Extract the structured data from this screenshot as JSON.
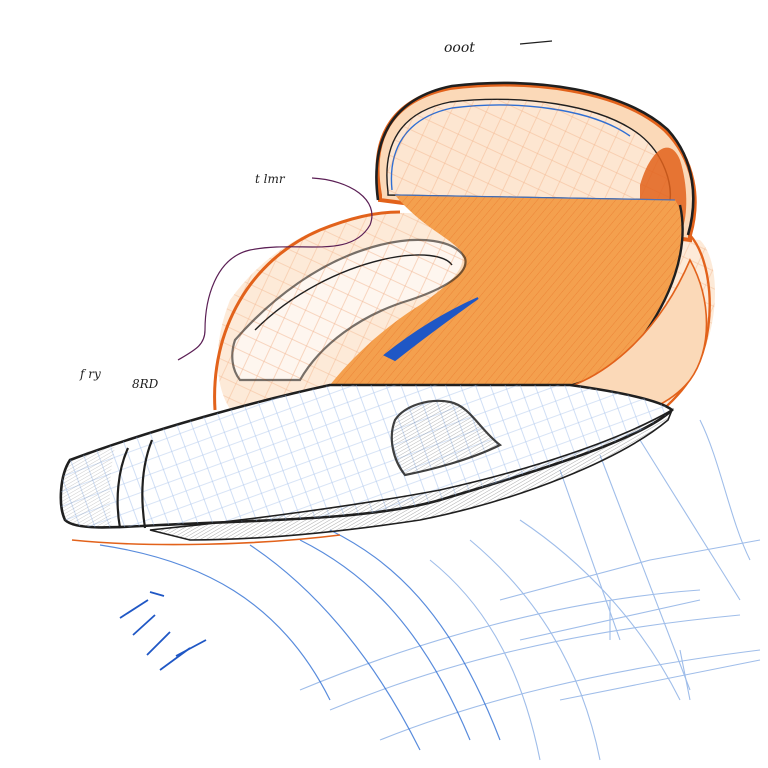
{
  "canvas": {
    "background": "#ffffff"
  },
  "colors": {
    "orange_fill": "#f4a04e",
    "orange_light": "#fbd9b8",
    "orange_stroke": "#e2621b",
    "ink": "#1f1f1f",
    "blue_line": "#2f6fd4",
    "blue_light": "#8fb2e6",
    "blue_accent": "#1f57c5",
    "signature_line": "#5b1f55"
  },
  "annotations": {
    "top_right": "ooot",
    "left_upper": "t lmr",
    "left_lower_a": "f ry",
    "left_lower_b": "8RD"
  }
}
